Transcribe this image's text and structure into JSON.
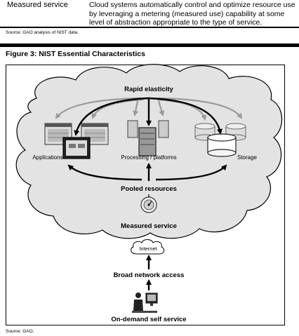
{
  "table_row": {
    "label": "Measured service",
    "text": "Cloud systems automatically control and optimize resource use by leveraging a metering (measured use) capability at some level of abstraction appropriate to the type of service."
  },
  "source_top": "Source: GAO analysis of NIST data.",
  "figure": {
    "title": "Figure 3: NIST Essential Characteristics",
    "rapid_elasticity": "Rapid elasticity",
    "applications": "Applications",
    "processing": "Processing / platforms",
    "storage": "Storage",
    "pooled_resources": "Pooled resources",
    "measured_service": "Measured service",
    "internet": "Internet",
    "broad_network_access": "Broad network access",
    "on_demand": "On-demand self service"
  },
  "source_bottom": "Source: GAO.",
  "colors": {
    "cloud_fill": "#e3e3e3",
    "cloud_stroke": "#000000",
    "gray_arrow": "#9a9a9a"
  },
  "icons": [
    "application-window-icon",
    "server-icon",
    "database-icon",
    "meter-icon",
    "cloud-icon",
    "user-at-computer-icon"
  ]
}
